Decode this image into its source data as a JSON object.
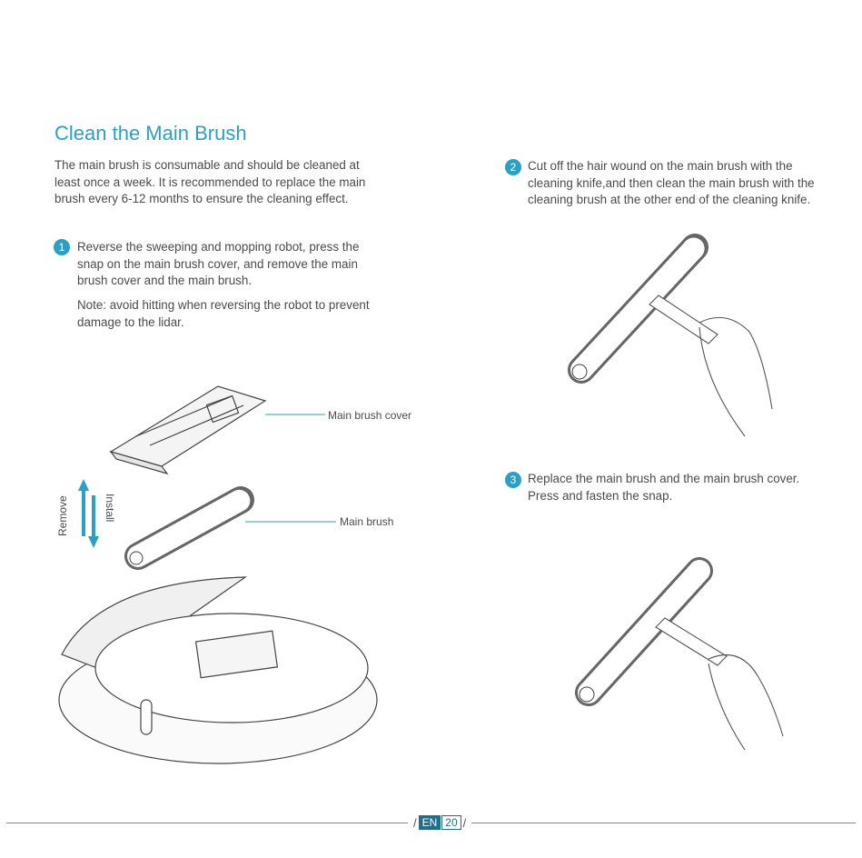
{
  "title": "Clean the Main Brush",
  "intro": "The main brush is consumable and should be cleaned at least once a week. It is recommended to replace the main brush every 6-12 months to ensure the cleaning effect.",
  "steps": [
    {
      "number": "1",
      "text": "Reverse the sweeping and mopping robot, press the snap on the main brush cover, and remove the main brush cover and the main brush.",
      "note": "Note: avoid hitting when reversing the robot to prevent damage to the lidar."
    },
    {
      "number": "2",
      "text": "Cut off the hair wound on the main brush with the cleaning knife,and then clean the main brush with the cleaning brush at the other end of the cleaning knife."
    },
    {
      "number": "3",
      "text": "Replace the main brush and the main brush cover. Press and fasten the snap."
    }
  ],
  "callouts": {
    "cover": "Main brush cover",
    "brush": "Main brush",
    "remove": "Remove",
    "install": "Install"
  },
  "footer": {
    "lang": "EN",
    "page": "20"
  },
  "colors": {
    "accent": "#2aa0c4",
    "footer": "#1c6f8e"
  }
}
